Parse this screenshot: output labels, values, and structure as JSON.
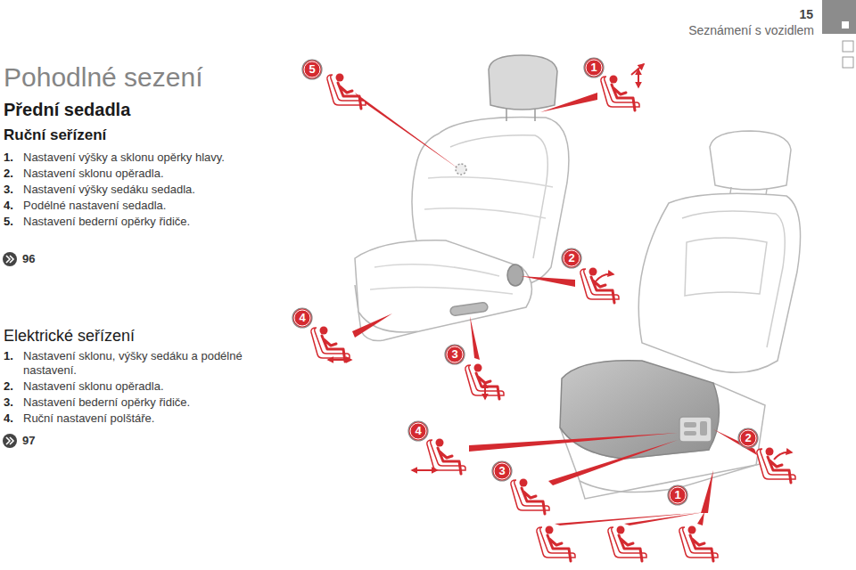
{
  "diagram": {
    "title": "Pohodlné sezení",
    "nodes": [
      {
        "text": [
          "5"
        ]
      },
      {
        "text": [
          "1"
        ]
      },
      {
        "text": [
          "2"
        ]
      },
      {
        "text": [
          "4"
        ]
      },
      {
        "text": [
          "3"
        ]
      },
      {
        "text": [
          "4"
        ]
      },
      {
        "text": [
          "3"
        ]
      },
      {
        "text": [
          "2"
        ]
      },
      {
        "text": [
          "1"
        ]
      }
    ],
    "labels": [
      "15",
      "Seznámení s vozidlem",
      "Přední sedadla",
      "Ruční seřízení",
      "1.",
      "Nastavení výšky a sklonu opěrky hlavy.",
      "2.",
      "Nastavení sklonu opěradla.",
      "3.",
      "Nastavení výšky sedáku sedadla.",
      "4.",
      "Podélné nastavení sedadla.",
      "5.",
      "Nastavení bederní opěrky řidiče.",
      "96",
      "Elektrické seřízení",
      "1.",
      "Nastavení sklonu, výšky sedáku a podélné nastavení.",
      "2.",
      "Nastavení sklonu opěradla.",
      "3.",
      "Nastavení bederní opěrky řidiče.",
      "4.",
      "Ruční nastavení polštáře.",
      "97"
    ]
  }
}
